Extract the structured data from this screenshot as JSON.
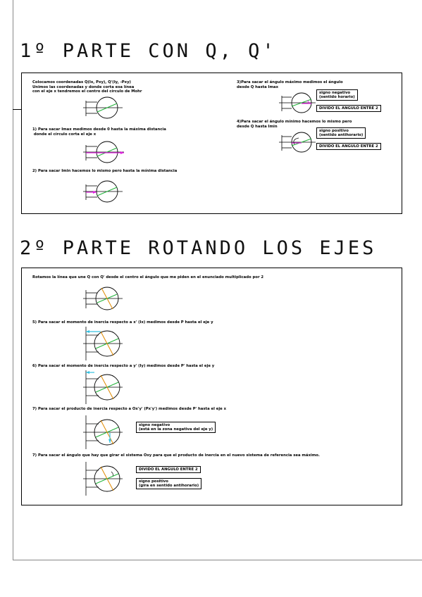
{
  "part1": {
    "title": "1º PARTE CON Q, Q'",
    "intro": "Colocamos coordenadas Q(Ix, Pxy), Q'(Iy, -Pxy)\nUnimos las coordenadas y donde corta esa línea\ncon el eje x tendremos el centro del círculo de Mohr",
    "step1": "1) Para sacar Imax medimos desde 0 hasta la máxima distancia\n donde el círculo corta el eje x",
    "step2": "2) Para sacar Imin hacemos lo mismo pero hasta la mínima distancia",
    "step3": "3)Para sacar el ángulo máximo medimos el ángulo\ndesde Q hasta Imax",
    "step3_sign": "signo negativo\n(sentido horario)",
    "step3_divide": "DIVIDO EL ANGULO ENTRE 2",
    "step4": "4)Para sacar el ángulo mínimo hacemos lo mismo pero\ndesde Q hasta Imin",
    "step4_sign": "signo positivo\n(sentido antihorario)",
    "step4_divide": "DIVIDO EL ANGULO ENTRE 2"
  },
  "part2": {
    "title": "2º PARTE ROTANDO LOS EJES",
    "intro": "Rotamos la línea que une Q con Q' desde el centro el ángulo que me piden en el enunciado multiplicado por 2",
    "step5": "5) Para sacar el momento de inercia respecto a x' (Ix) medimos desde P hasta el eje y",
    "step6": "6) Para sacar el momento de inercia respecto a y' (Iy) medimos desde P' hasta el eje y",
    "step7a": "7) Para sacar el producto de inercia respecto a Ox'y' (Px'y') medimos desde P' hasta el eje x",
    "step7a_sign": "signo negativo\n(está en la zona negativa del eje y)",
    "step7b": "7) Para sacar el ángulo que hay que girar el sistema Oxy para que el producto de inercia en el nuevo sistema de referencia sea máximo.",
    "step7b_divide": "DIVIDO EL ANGULO ENTRE 2",
    "step7b_sign": "signo positivo\n(gira en sentido antihorario)"
  },
  "colors": {
    "green": "#22b33a",
    "magenta": "#e020e0",
    "orange": "#e08a00",
    "cyan": "#33c0e0",
    "black": "#000000"
  }
}
